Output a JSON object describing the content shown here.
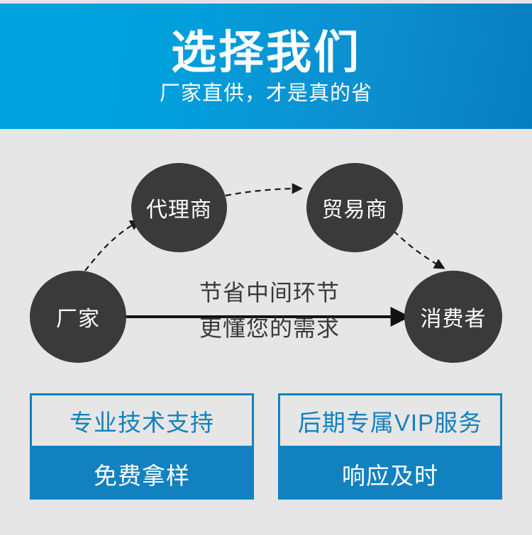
{
  "banner": {
    "title": "选择我们",
    "subtitle": "厂家直供，才是真的省",
    "gradient_start": "#00a3e0",
    "gradient_end": "#067dc0",
    "text_color": "#ffffff"
  },
  "diagram": {
    "node_color": "#3a3a3a",
    "node_text_color": "#ffffff",
    "arrow_color": "#1a1a1a",
    "nodes": [
      {
        "id": "manufacturer",
        "label": "厂家"
      },
      {
        "id": "agent",
        "label": "代理商"
      },
      {
        "id": "trader",
        "label": "贸易商"
      },
      {
        "id": "consumer",
        "label": "消费者"
      }
    ],
    "center_label_line1": "节省中间环节",
    "center_label_line2": "更懂您的需求",
    "connections": [
      {
        "from": "manufacturer",
        "to": "agent",
        "style": "dashed"
      },
      {
        "from": "agent",
        "to": "trader",
        "style": "dashed"
      },
      {
        "from": "trader",
        "to": "consumer",
        "style": "dashed"
      },
      {
        "from": "manufacturer",
        "to": "consumer",
        "style": "solid"
      }
    ]
  },
  "cards": {
    "accent_color": "#1281c0",
    "items": [
      {
        "top": "专业技术支持",
        "bottom": "免费拿样"
      },
      {
        "top": "后期专属VIP服务",
        "bottom": "响应及时"
      }
    ]
  }
}
